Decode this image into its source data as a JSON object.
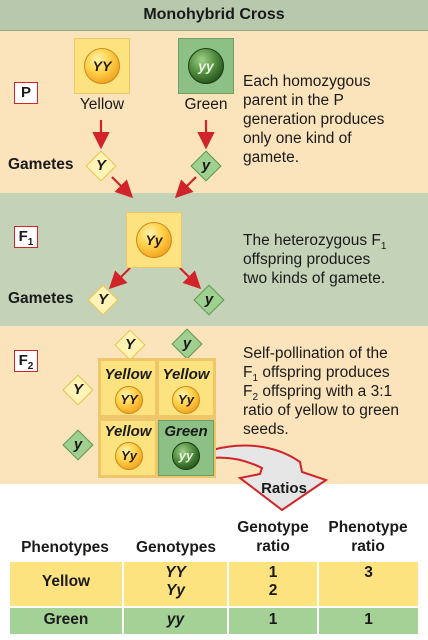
{
  "title": "Monohybrid Cross",
  "p": {
    "label": "P",
    "parent_yellow": {
      "genotype": "YY",
      "phenotype": "Yellow"
    },
    "parent_green": {
      "genotype": "yy",
      "phenotype": "Green"
    },
    "gametes_label": "Gametes",
    "gamete_yellow": "Y",
    "gamete_green": "y",
    "description": [
      "Each homozygous",
      "parent in the P",
      "generation produces",
      "only one kind of",
      "gamete."
    ]
  },
  "f1": {
    "label": "F",
    "label_sub": "1",
    "genotype": "Yy",
    "gametes_label": "Gametes",
    "gamete_yellow": "Y",
    "gamete_green": "y",
    "description": {
      "line1_pre": "The heterozygous F",
      "line1_sub": "1",
      "line2": "offspring produces",
      "line3": "two kinds of gamete."
    }
  },
  "f2": {
    "label": "F",
    "label_sub": "2",
    "top_gametes": [
      "Y",
      "y"
    ],
    "left_gametes": [
      "Y",
      "y"
    ],
    "cells": [
      {
        "phenotype": "Yellow",
        "genotype": "YY",
        "color": "yellow"
      },
      {
        "phenotype": "Yellow",
        "genotype": "Yy",
        "color": "yellow"
      },
      {
        "phenotype": "Yellow",
        "genotype": "Yy",
        "color": "yellow"
      },
      {
        "phenotype": "Green",
        "genotype": "yy",
        "color": "green"
      }
    ],
    "description": {
      "line1": "Self-pollination of the",
      "line2_pre": "F",
      "line2_sub": "1",
      "line2_post": " offspring produces",
      "line3_pre": "F",
      "line3_sub": "2",
      "line3_post": " offspring with a 3:1",
      "line4": "ratio of yellow to green",
      "line5": "seeds."
    }
  },
  "ratios_label": "Ratios",
  "table": {
    "headers": {
      "phenotypes": "Phenotypes",
      "genotypes": "Genotypes",
      "genotype_ratio_1": "Genotype",
      "genotype_ratio_2": "ratio",
      "phenotype_ratio_1": "Phenotype",
      "phenotype_ratio_2": "ratio"
    },
    "rows": [
      {
        "phenotype": "Yellow",
        "genotypes": [
          "YY",
          "Yy"
        ],
        "genotype_ratio": [
          "1",
          "2"
        ],
        "phenotype_ratio": "3",
        "color": "#fde37f"
      },
      {
        "phenotype": "Green",
        "genotypes": [
          "yy"
        ],
        "genotype_ratio": [
          "1"
        ],
        "phenotype_ratio": "1",
        "color": "#a4d296"
      }
    ]
  },
  "colors": {
    "yellow_band": "#fbe3bb",
    "green_band": "#c4d3b7",
    "title_bar": "#b7c8ac",
    "arrow": "#d0242a"
  }
}
